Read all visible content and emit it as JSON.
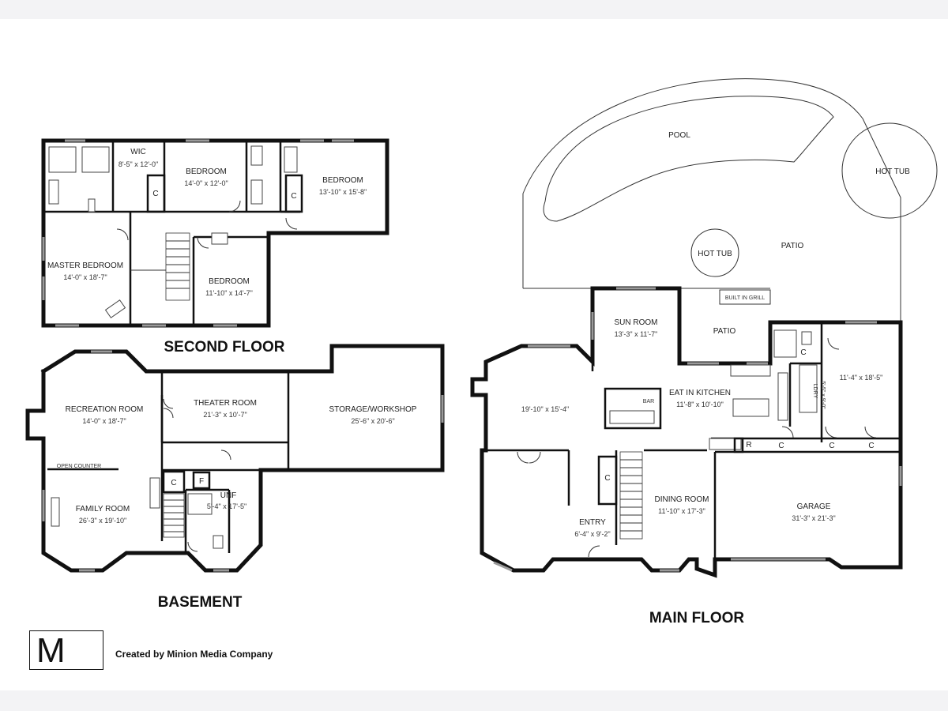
{
  "floors": {
    "second": {
      "title": "SECOND FLOOR",
      "rooms": [
        {
          "id": "wic",
          "name": "WIC",
          "dims": "8'-5\" x 12'-0\""
        },
        {
          "id": "bedroom-1",
          "name": "BEDROOM",
          "dims": "14'-0\" x 12'-0\""
        },
        {
          "id": "bedroom-2",
          "name": "BEDROOM",
          "dims": "13'-10\" x 15'-8\""
        },
        {
          "id": "master-bedroom",
          "name": "MASTER BEDROOM",
          "dims": "14'-0\" x 18'-7\""
        },
        {
          "id": "bedroom-3",
          "name": "BEDROOM",
          "dims": "11'-10\" x 14'-7\""
        }
      ],
      "closets": [
        "C",
        "C"
      ]
    },
    "basement": {
      "title": "BASEMENT",
      "rooms": [
        {
          "id": "recreation-room",
          "name": "RECREATION ROOM",
          "dims": "14'-0\" x 18'-7\""
        },
        {
          "id": "theater-room",
          "name": "THEATER ROOM",
          "dims": "21'-3\" x 10'-7\""
        },
        {
          "id": "storage-workshop",
          "name": "STORAGE/WORKSHOP",
          "dims": "25'-6\" x 20'-6\""
        },
        {
          "id": "family-room",
          "name": "FAMILY ROOM",
          "dims": "26'-3\" x 19'-10\""
        },
        {
          "id": "unf",
          "name": "UNF",
          "dims": "5'-4\" x 17'-5\""
        }
      ],
      "closet": "C",
      "furnace": "F",
      "counter": "OPEN COUNTER"
    },
    "main": {
      "title": "MAIN FLOOR",
      "rooms": [
        {
          "id": "pool",
          "name": "POOL",
          "dims": ""
        },
        {
          "id": "hot-tub-large",
          "name": "HOT TUB",
          "dims": ""
        },
        {
          "id": "hot-tub-small",
          "name": "HOT TUB",
          "dims": ""
        },
        {
          "id": "patio-upper",
          "name": "PATIO",
          "dims": ""
        },
        {
          "id": "patio-lower",
          "name": "PATIO",
          "dims": ""
        },
        {
          "id": "built-in-grill",
          "name": "BUILT IN GRILL",
          "dims": ""
        },
        {
          "id": "sun-room",
          "name": "SUN ROOM",
          "dims": "13'-3\" x 11'-7\""
        },
        {
          "id": "living-room",
          "name": "",
          "dims": "19'-10\" x 15'-4\""
        },
        {
          "id": "eat-in-kitchen",
          "name": "EAT IN KITCHEN",
          "dims": "11'-8\" x 10'-10\""
        },
        {
          "id": "mudroom",
          "name": "",
          "dims": "11'-4\" x 18'-5\""
        },
        {
          "id": "laundry",
          "name": "LDRY",
          "dims": "5'-5\" x 9'-0\""
        },
        {
          "id": "bar",
          "name": "BAR",
          "dims": ""
        },
        {
          "id": "dining-room",
          "name": "DINING ROOM",
          "dims": "11'-10\" x 17'-3\""
        },
        {
          "id": "entry",
          "name": "ENTRY",
          "dims": "6'-4\" x 9'-2\""
        },
        {
          "id": "garage",
          "name": "GARAGE",
          "dims": "31'-3\" x 21'-3\""
        }
      ],
      "closet_marks": [
        "C",
        "C",
        "C",
        "C",
        "C",
        "R"
      ]
    }
  },
  "branding": {
    "logo_letter": "M",
    "credit": "Created by Minion Media Company"
  }
}
